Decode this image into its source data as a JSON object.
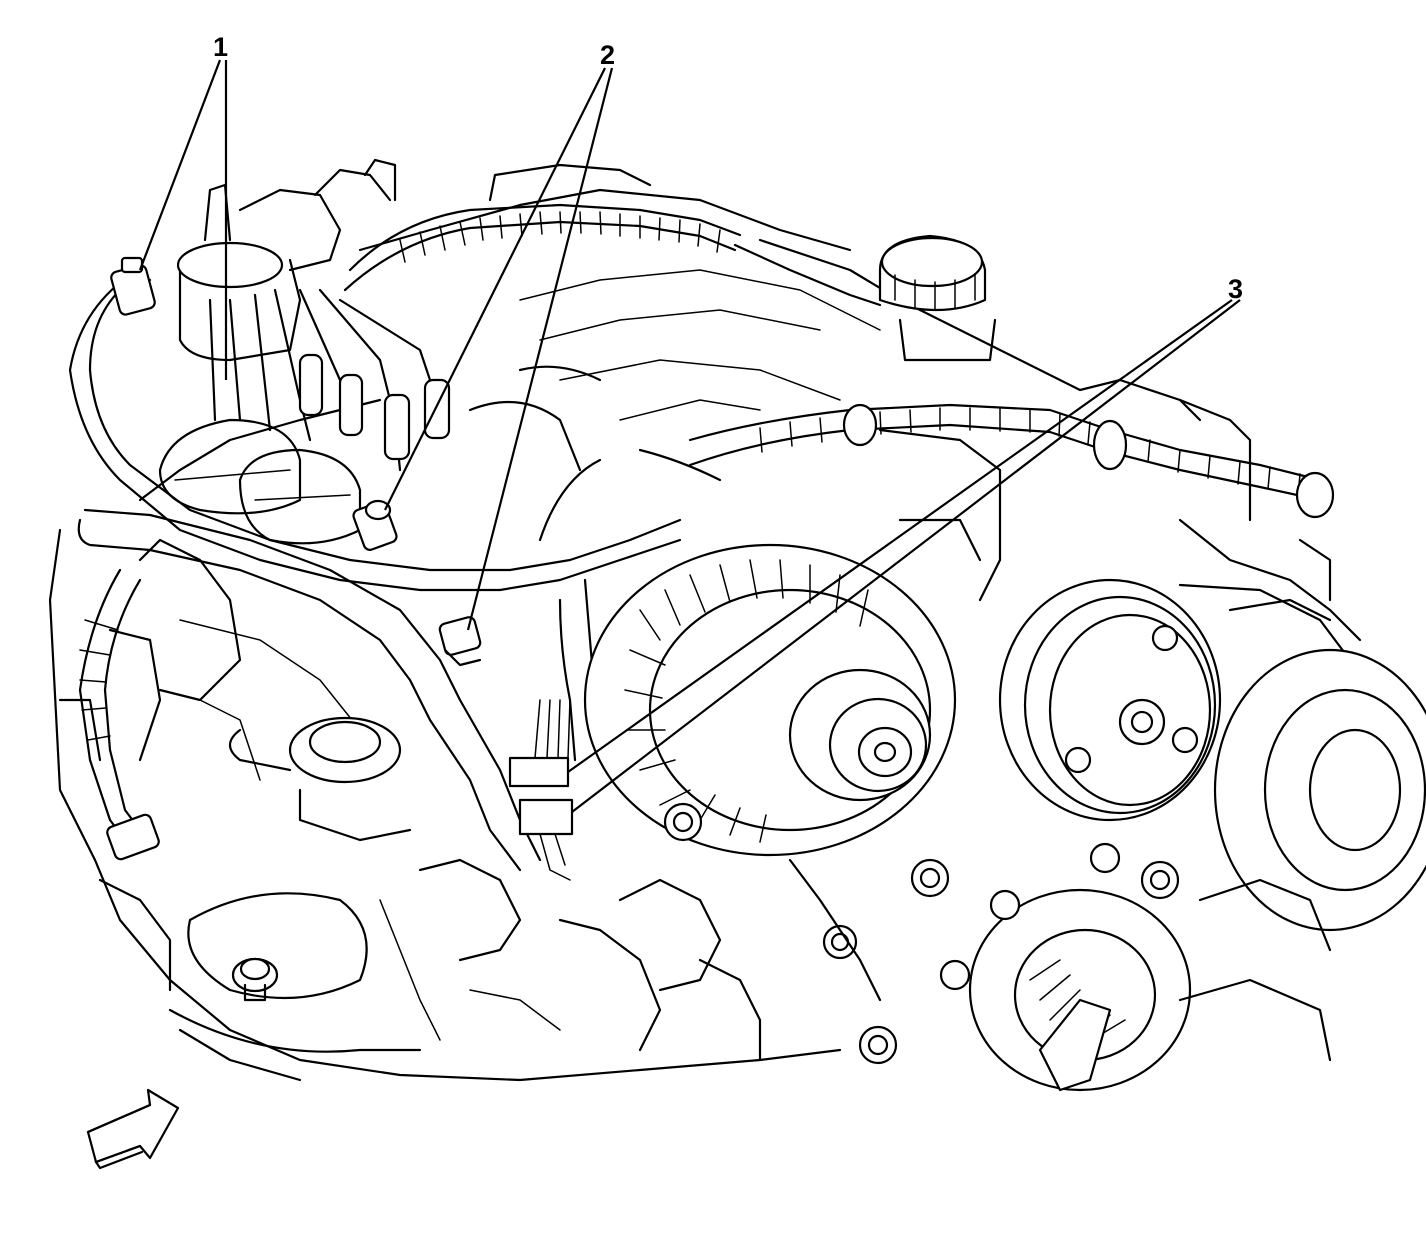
{
  "callouts": [
    {
      "label": "1",
      "part": "connector-1"
    },
    {
      "label": "2",
      "part": "connector-2"
    },
    {
      "label": "3",
      "part": "connector-3"
    }
  ],
  "icons": {
    "view_arrow": "forward-view-arrow-icon"
  },
  "colors": {
    "line": "#000000",
    "background": "#ffffff"
  }
}
